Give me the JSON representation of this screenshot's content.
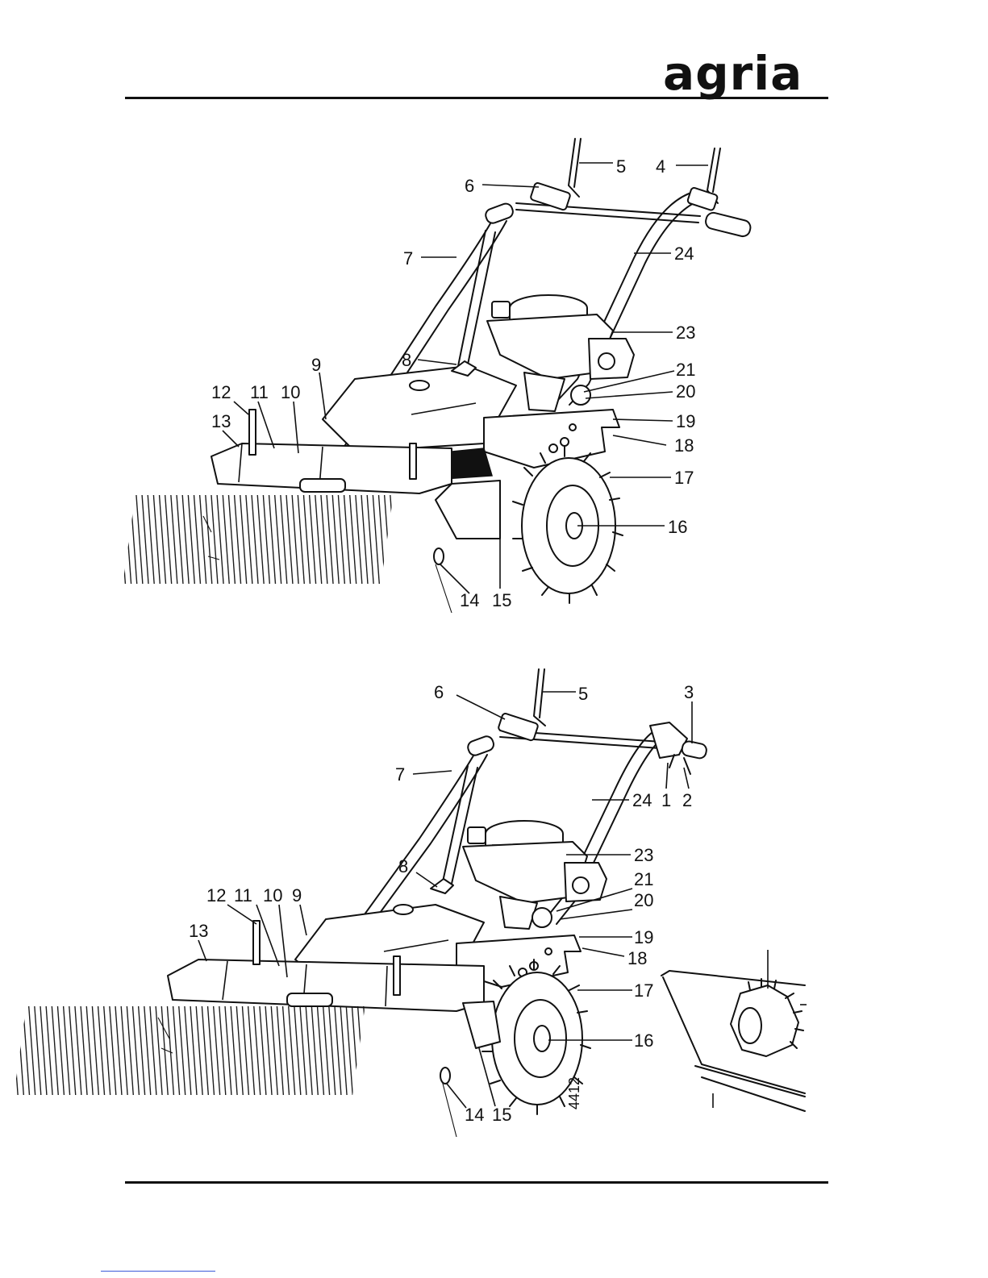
{
  "header": {
    "logo_text": "agria"
  },
  "figure_top": {
    "callouts": [
      "4",
      "5",
      "6",
      "7",
      "24",
      "23",
      "8",
      "9",
      "21",
      "20",
      "12",
      "11",
      "10",
      "19",
      "13",
      "18",
      "17",
      "16",
      "14",
      "15"
    ]
  },
  "figure_bottom": {
    "callouts": [
      "3",
      "5",
      "6",
      "7",
      "24",
      "1",
      "2",
      "23",
      "8",
      "21",
      "20",
      "12",
      "11",
      "10",
      "9",
      "19",
      "13",
      "18",
      "17",
      "16",
      "14",
      "15"
    ],
    "figure_number": "4412"
  }
}
